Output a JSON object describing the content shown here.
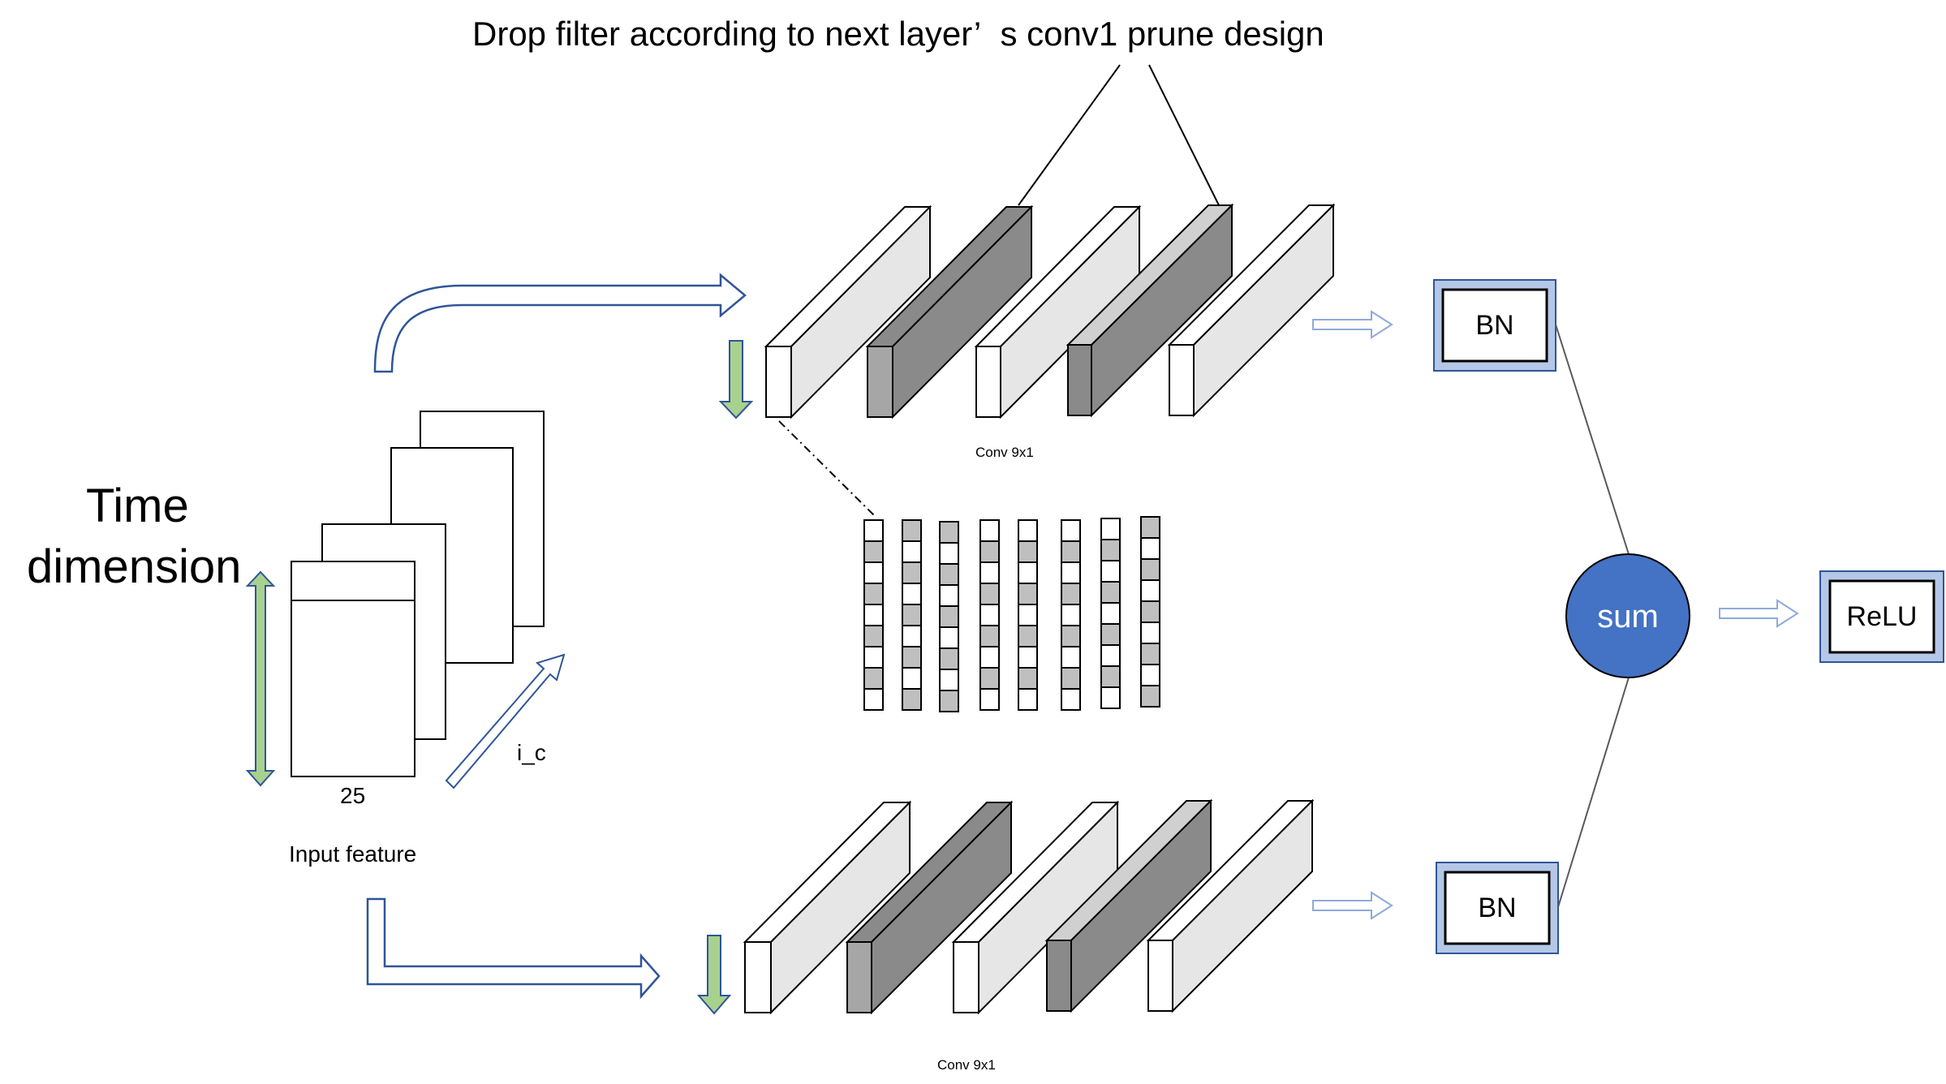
{
  "header": "Drop filter according to next layer’  s conv1 prune design",
  "time_dimension": [
    "Time",
    "dimension"
  ],
  "input_feature": {
    "width_label": "25",
    "channel_label": "i_c",
    "caption": "Input feature"
  },
  "conv_top_label": "Conv 9x1",
  "conv_bottom_label": "Conv 9x1",
  "bn_labels": [
    "BN",
    "BN"
  ],
  "sum_label": "sum",
  "relu_label": "ReLU",
  "filters": {
    "count": 5,
    "pruned_indices": [
      1,
      3
    ],
    "annotated_indices": [
      1,
      3
    ]
  },
  "kernel_columns": [
    [
      0,
      1,
      0,
      1,
      0,
      1,
      0,
      1,
      0
    ],
    [
      1,
      0,
      1,
      0,
      1,
      0,
      1,
      0,
      1
    ],
    [
      1,
      0,
      1,
      0,
      1,
      0,
      1,
      0,
      1
    ],
    [
      0,
      1,
      0,
      1,
      0,
      1,
      0,
      1,
      0
    ],
    [
      0,
      1,
      0,
      1,
      0,
      1,
      0,
      1,
      0
    ],
    [
      0,
      1,
      0,
      1,
      0,
      1,
      0,
      1,
      0
    ],
    [
      0,
      1,
      0,
      1,
      0,
      1,
      0,
      1,
      0
    ],
    [
      1,
      0,
      1,
      0,
      1,
      0,
      1,
      0,
      1
    ]
  ],
  "colors": {
    "arrow_outline": "#2f5597",
    "green_fill": "#a9d18e",
    "sum_fill": "#4472c4",
    "box_frame": "#b4c7e7",
    "face_light": "#e7e6e6",
    "face_dark": "#8a8a8a",
    "face_darker": "#a6a6a6",
    "kernel_gray": "#bfbfbf"
  }
}
